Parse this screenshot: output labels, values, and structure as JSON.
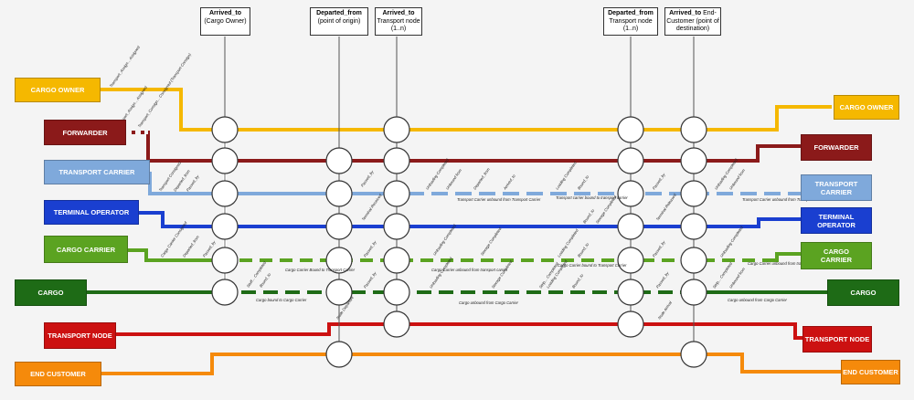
{
  "headers": [
    {
      "title": "Arrived_to",
      "subtitle": "(Cargo Owner)"
    },
    {
      "title": "Departed_from",
      "subtitle": "(point of origin)"
    },
    {
      "title": "Arrived_to",
      "subtitle": "Transport node",
      "extra": "(1..n)"
    },
    {
      "title": "Departed_from",
      "subtitle": "Transport node",
      "extra": "(1..n)"
    },
    {
      "title": "Arrived_to",
      "title_extra": "End-",
      "subtitle": "Customer (point of",
      "extra": "destination)"
    }
  ],
  "actors_left": [
    {
      "name": "CARGO OWNER",
      "color": "#F5B800"
    },
    {
      "name": "FORWARDER",
      "color": "#8B1A1A"
    },
    {
      "name": "TRANSPORT CARRIER",
      "color": "#7FA9DB"
    },
    {
      "name": "TERMINAL OPERATOR",
      "color": "#1A3FD0"
    },
    {
      "name": "CARGO CARRIER",
      "color": "#5BA321"
    },
    {
      "name": "CARGO",
      "color": "#1E6B16"
    },
    {
      "name": "TRANSPORT NODE",
      "color": "#CC1111"
    },
    {
      "name": "END CUSTOMER",
      "color": "#F58A0B"
    }
  ],
  "actors_right": [
    {
      "name": "CARGO OWNER",
      "color": "#F5B800"
    },
    {
      "name": "FORWARDER",
      "color": "#8B1A1A"
    },
    {
      "name": "TRANSPORT CARRIER",
      "color": "#7FA9DB"
    },
    {
      "name": "TERMINAL",
      "name2": "OPERATOR",
      "color": "#1A3FD0"
    },
    {
      "name": "CARGO",
      "name2": "CARRIER",
      "color": "#5BA321"
    },
    {
      "name": "CARGO",
      "color": "#1E6B16"
    },
    {
      "name": "TRANSPORT NODE",
      "color": "#CC1111"
    },
    {
      "name": "END CUSTOMER",
      "color": "#F58A0B"
    }
  ],
  "annotations": {
    "owner_assign": "Transport_Assign... Assigned",
    "fwd_assign": "Transport_Assign... Assigned",
    "fwd_consign": "Transport_Consign... Consigned (Transport Consign)",
    "tc_consigned": "Transport Consigned",
    "departed_from": "Departed_from",
    "passed_by": "Passed_by",
    "stuffing": "Stuff... Completed",
    "bound_to": "Bound_to",
    "cargo_bound_cc": "Cargo bound to Cargo Carrier",
    "cc_bound_tc": "Cargo Carrier Bound to Transport Carrier",
    "cc_departed": "Departed_from",
    "cc_consigned": "Cargo Carrier Consigned",
    "node_departed": "Node Departure",
    "terminal_arrived": "Terminal Received",
    "unloading": "Unloading Completed",
    "unbound": "Unbound from",
    "tc_unbound": "Transport Carrier unbound from Transport Carrier",
    "cc_unbound_tc": "Cargo Carrier unbound from transport carrier",
    "cargo_unbound": "Cargo unbound from Cargo Carrier",
    "storage": "Storage Completed",
    "loading": "Loading Completed",
    "tc_bound_tc": "Transport carrier bound to transport carrier",
    "cc_bound_tc2": "Cargo Carrier bound to Transport Carrier",
    "cargo_bound_cc2": "Cargo bound to Cargo Carrier",
    "stripping": "Strip... Completed",
    "arrived": "Arrived_to",
    "terminal_released": "Terminal Released",
    "node_arrival": "Node Arrival",
    "cargo_unbound_cc2": "Cargo unbound from Cargo Carrier"
  }
}
